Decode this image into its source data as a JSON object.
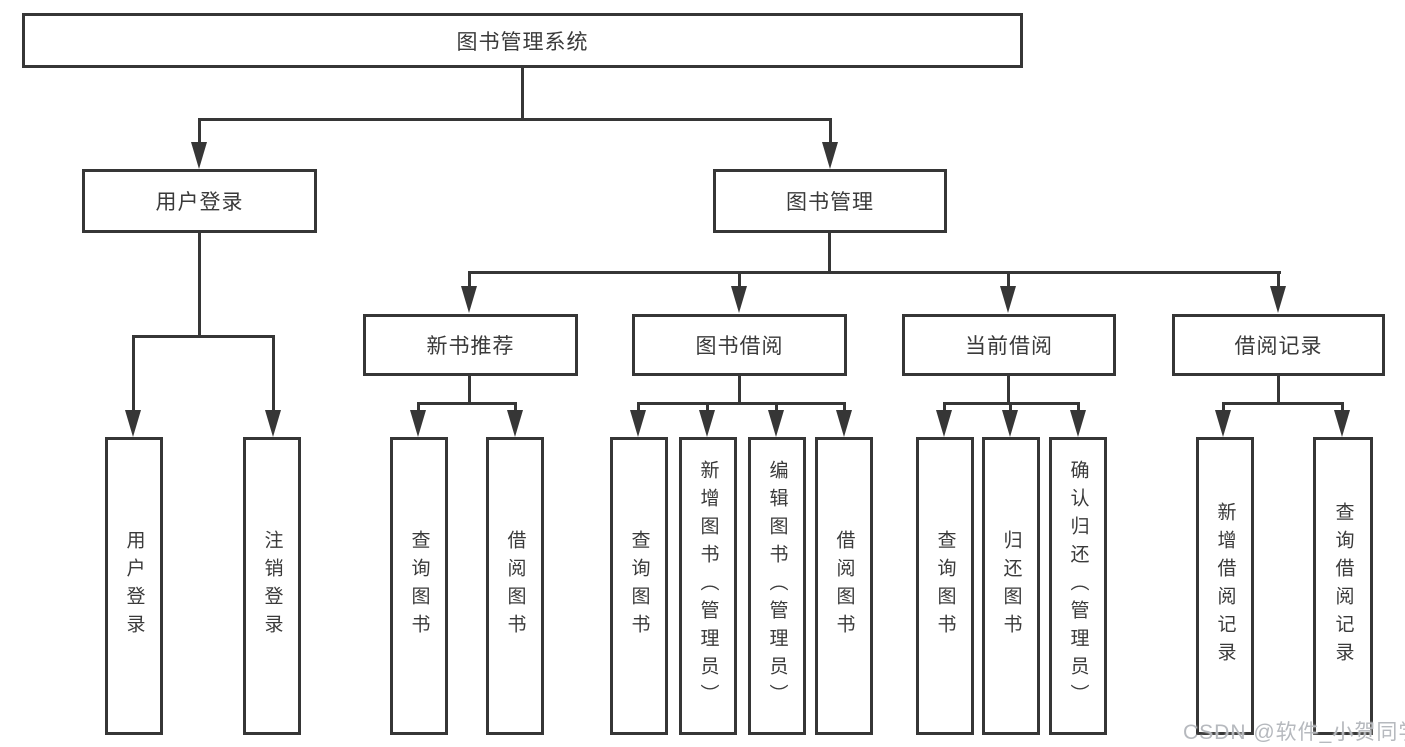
{
  "tree": {
    "root": {
      "label": "图书管理系统",
      "children": [
        {
          "label": "用户登录",
          "children": [
            {
              "label": "用户登录"
            },
            {
              "label": "注销登录"
            }
          ]
        },
        {
          "label": "图书管理",
          "children": [
            {
              "label": "新书推荐",
              "children": [
                {
                  "label": "查询图书"
                },
                {
                  "label": "借阅图书"
                }
              ]
            },
            {
              "label": "图书借阅",
              "children": [
                {
                  "label": "查询图书"
                },
                {
                  "label": "新增图书（管理员）"
                },
                {
                  "label": "编辑图书（管理员）"
                },
                {
                  "label": "借阅图书"
                }
              ]
            },
            {
              "label": "当前借阅",
              "children": [
                {
                  "label": "查询图书"
                },
                {
                  "label": "归还图书"
                },
                {
                  "label": "确认归还（管理员）"
                }
              ]
            },
            {
              "label": "借阅记录",
              "children": [
                {
                  "label": "新增借阅记录"
                },
                {
                  "label": "查询借阅记录"
                }
              ]
            }
          ]
        }
      ]
    }
  },
  "watermark": {
    "text": "CSDN @软件_小贺同学"
  },
  "colors": {
    "line": "#363636",
    "text": "#3a3a3a",
    "background": "#ffffff",
    "watermark": "#b6b9be"
  }
}
